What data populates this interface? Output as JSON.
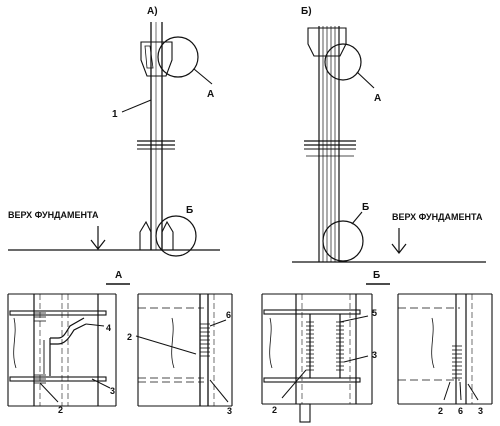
{
  "panels": {
    "a": {
      "title": "А)"
    },
    "b": {
      "title": "Б)"
    }
  },
  "callouts": {
    "detail_a": "А",
    "detail_b": "Б"
  },
  "foundation_label": "ВЕРХ ФУНДАМЕНТА",
  "detail_headers": {
    "a": "А",
    "b": "Б"
  },
  "numbers": {
    "n1": "1",
    "n2": "2",
    "n3": "3",
    "n4": "4",
    "n5": "5",
    "n6": "6"
  }
}
